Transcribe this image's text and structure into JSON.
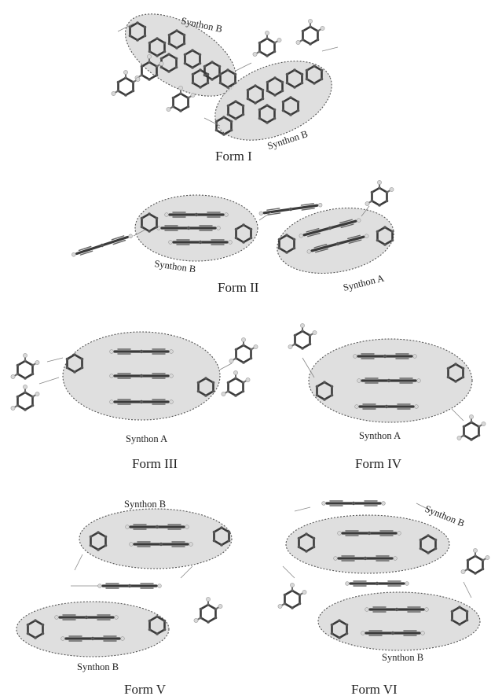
{
  "panels": [
    {
      "id": "form-1",
      "form_label": "Form I",
      "synthons": [
        "Synthon B",
        "Synthon B"
      ]
    },
    {
      "id": "form-2",
      "form_label": "Form II",
      "synthons": [
        "Synthon B",
        "Synthon A"
      ]
    },
    {
      "id": "form-3",
      "form_label": "Form III",
      "synthons": [
        "Synthon A"
      ]
    },
    {
      "id": "form-4",
      "form_label": "Form IV",
      "synthons": [
        "Synthon A"
      ]
    },
    {
      "id": "form-5",
      "form_label": "Form V",
      "synthons": [
        "Synthon B",
        "Synthon B"
      ]
    },
    {
      "id": "form-6",
      "form_label": "Form VI",
      "synthons": [
        "Synthon B",
        "Synthon B"
      ]
    }
  ],
  "colors": {
    "ellipse_fill": "#d9d9d9",
    "bond": "#3a3a3a",
    "hydrogen": "#d8d8d8"
  }
}
